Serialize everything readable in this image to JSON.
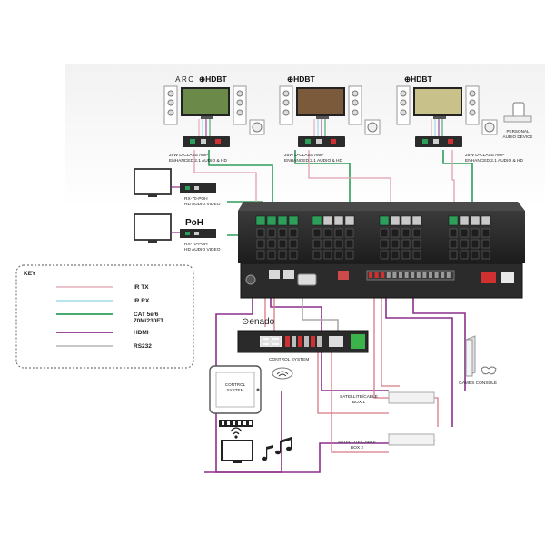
{
  "zones": [
    {
      "logos": [
        "ARC",
        "HDBT"
      ],
      "amp_line1": "25W D-CLASS AMP",
      "amp_line2": "ENHANCED 2.1 AUDIO & HD"
    },
    {
      "logos": [
        "HDBT"
      ],
      "amp_line1": "25W D-CLASS AMP",
      "amp_line2": "ENHANCED 2.1 AUDIO & HD"
    },
    {
      "logos": [
        "HDBT"
      ],
      "amp_line1": "25W D-CLASS AMP",
      "amp_line2": "ENHANCED 2.1 AUDIO & HD",
      "extra_device": [
        "PERSONAL",
        "AUDIO DEVICE"
      ]
    }
  ],
  "receivers": [
    {
      "lines": [
        "RX-70-POH",
        "HD AUDIO VIDEO"
      ],
      "logo": ""
    },
    {
      "lines": [
        "RX-70-POH",
        "HD AUDIO VIDEO"
      ],
      "logo": "PoH"
    }
  ],
  "control": {
    "brand": "enado",
    "label": "CONTROL SYSTEM"
  },
  "sources": {
    "box1": [
      "SATELLITE/CABLE",
      "BOX 1"
    ],
    "box2": [
      "SATELLITE/CABLE",
      "BOX 2"
    ],
    "console": "GAMES CONSOLE"
  },
  "tablet_screen": [
    "CONTROL",
    "SYSTEM"
  ],
  "key": {
    "title": "KEY",
    "items": [
      {
        "label": "IR TX",
        "color": "#e0a0b0",
        "lines": [
          "IR TX"
        ]
      },
      {
        "label": "IR RX",
        "color": "#8fd3e3",
        "lines": [
          "IR RX"
        ]
      },
      {
        "label": "CAT 5e/6 70M/230FT",
        "color": "#2e9e5b",
        "lines": [
          "CAT 5e/6",
          "70M/230FT"
        ]
      },
      {
        "label": "HDMI",
        "color": "#8b2f8b",
        "lines": [
          "HDMI"
        ]
      },
      {
        "label": "RS232",
        "color": "#a8a8a8",
        "lines": [
          "RS232"
        ]
      }
    ]
  },
  "colors": {
    "ir_tx": "#d77a86",
    "ir_rx": "#8fd3e3",
    "cat": "#2e9e5b",
    "hdmi": "#8b2f8b",
    "rs232": "#a8a8a8",
    "matrix": "#2a2a2a"
  }
}
